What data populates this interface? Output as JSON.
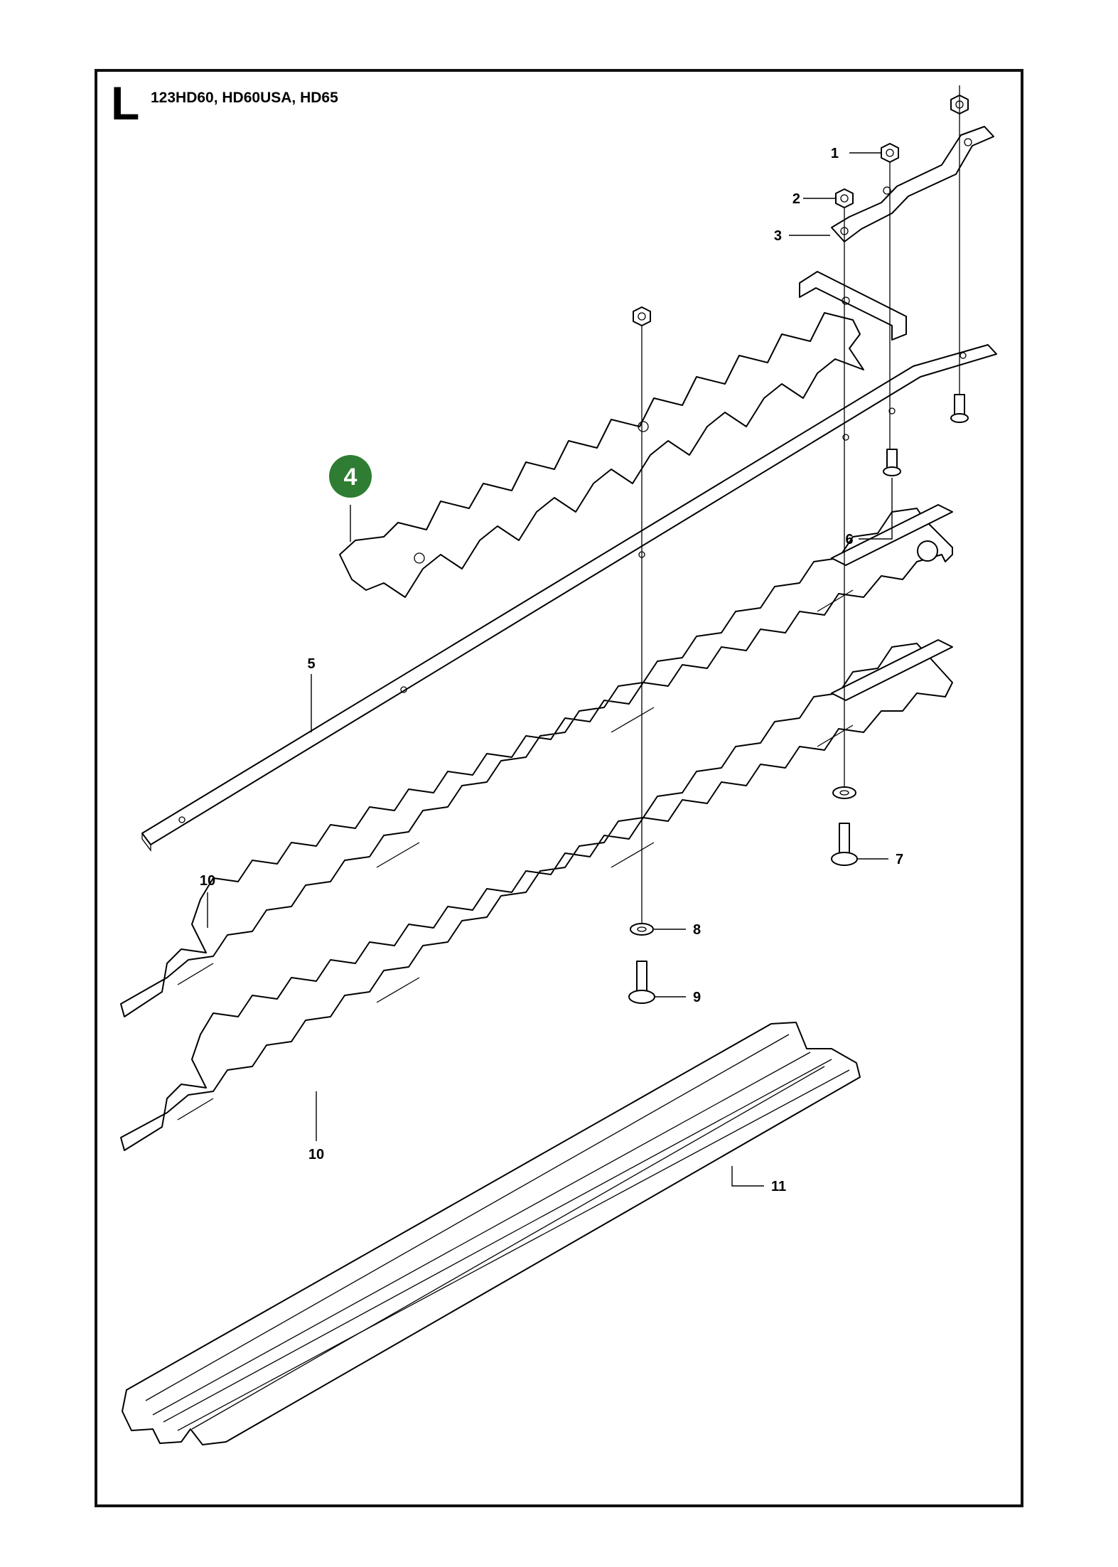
{
  "header": {
    "section_letter": "L",
    "models": "123HD60, HD60USA, HD65"
  },
  "callouts": [
    {
      "id": "c1",
      "label": "1"
    },
    {
      "id": "c2",
      "label": "2"
    },
    {
      "id": "c3",
      "label": "3"
    },
    {
      "id": "c4",
      "label": "4",
      "highlighted": true
    },
    {
      "id": "c5",
      "label": "5"
    },
    {
      "id": "c6",
      "label": "6"
    },
    {
      "id": "c7",
      "label": "7"
    },
    {
      "id": "c8",
      "label": "8"
    },
    {
      "id": "c9",
      "label": "9"
    },
    {
      "id": "c10a",
      "label": "10"
    },
    {
      "id": "c10b",
      "label": "10"
    },
    {
      "id": "c11",
      "label": "11"
    }
  ],
  "colors": {
    "highlight_badge": "#2e7d32",
    "line": "#000000",
    "background": "#ffffff"
  }
}
